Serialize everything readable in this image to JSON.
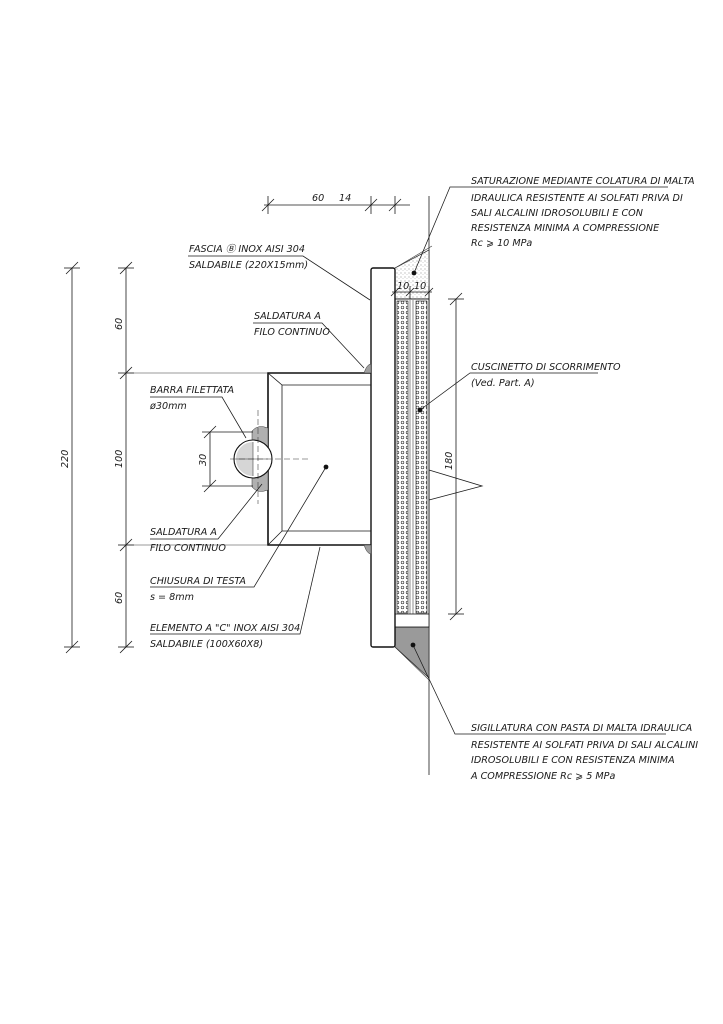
{
  "labels": {
    "saturazione": [
      "SATURAZIONE MEDIANTE COLATURA DI MALTA",
      "IDRAULICA RESISTENTE AI SOLFATI PRIVA DI",
      "SALI ALCALINI IDROSOLUBILI E CON",
      "RESISTENZA MINIMA A COMPRESSIONE",
      "Rc ⩾ 10 MPa"
    ],
    "fascia": [
      "FASCIA Ⓑ INOX AISI 304",
      "SALDABILE (220X15mm)"
    ],
    "saldatura_top": [
      "SALDATURA A",
      "FILO CONTINUO"
    ],
    "barra": [
      "BARRA FILETTATA",
      "ø30mm"
    ],
    "cuscinetto": [
      "CUSCINETTO DI SCORRIMENTO",
      "(Ved. Part. A)"
    ],
    "saldatura_bottom": [
      "SALDATURA A",
      "FILO CONTINUO"
    ],
    "chiusura": [
      "CHIUSURA DI TESTA",
      "s = 8mm"
    ],
    "elemento": [
      "ELEMENTO A \"C\" INOX AISI 304",
      "SALDABILE (100X60X8)"
    ],
    "sigillatura": [
      "SIGILLATURA CON PASTA DI MALTA IDRAULICA",
      "RESISTENTE AI SOLFATI PRIVA DI SALI ALCALINI",
      "IDROSOLUBILI E CON RESISTENZA MINIMA",
      "A COMPRESSIONE    Rc ⩾ 5 MPa"
    ]
  },
  "dimensions": {
    "top_60": "60",
    "top_14": "14",
    "d10a": "10",
    "d10b": "10",
    "total_220": "220",
    "seg_60_top": "60",
    "seg_100": "100",
    "seg_60_bottom": "60",
    "bar_30": "30",
    "pad_180": "180"
  }
}
